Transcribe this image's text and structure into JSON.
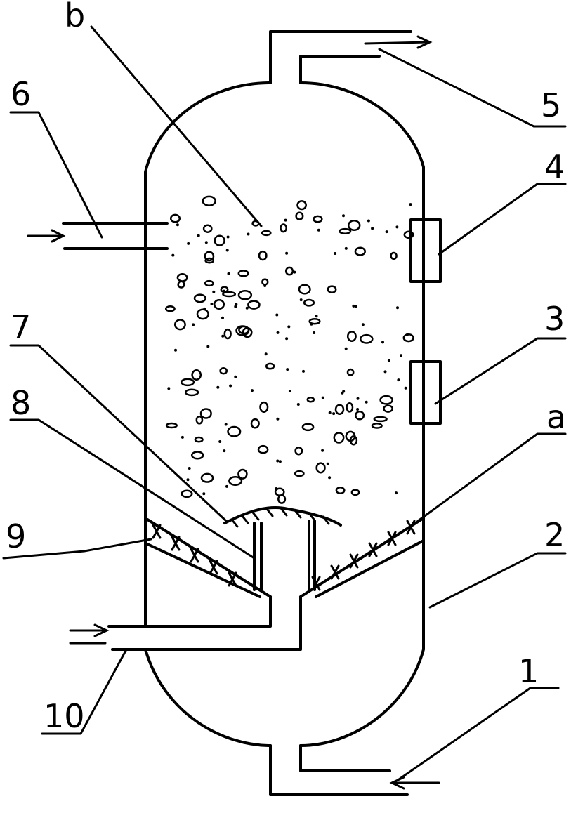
{
  "labels": {
    "l1": "1",
    "l2": "2",
    "l3": "3",
    "l4": "4",
    "l5": "5",
    "l6": "6",
    "l7": "7",
    "l8": "8",
    "l9": "9",
    "l10": "10",
    "la": "a",
    "lb": "b"
  }
}
